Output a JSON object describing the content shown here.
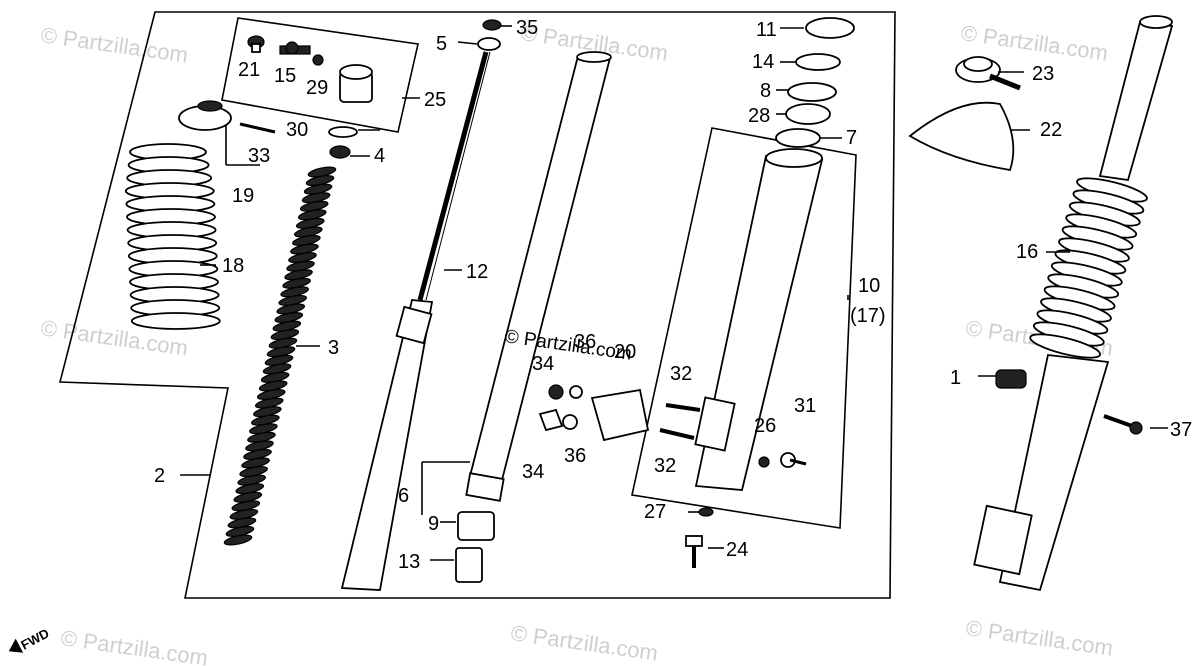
{
  "watermark": "© Partzilla.com",
  "center_watermark": "© Partzilla.com",
  "fwd_label": "FWD",
  "labels": {
    "p1": "1",
    "p2": "2",
    "p3": "3",
    "p4": "4",
    "p5": "5",
    "p6": "6",
    "p7": "7",
    "p8": "8",
    "p9": "9",
    "p10": "10",
    "p17": "(17)",
    "p11": "11",
    "p12": "12",
    "p13": "13",
    "p14": "14",
    "p15": "15",
    "p16": "16",
    "p18": "18",
    "p19": "19",
    "p20": "20",
    "p21": "21",
    "p22": "22",
    "p23": "23",
    "p24": "24",
    "p25": "25",
    "p26": "26",
    "p27": "27",
    "p28": "28",
    "p29": "29",
    "p30": "30",
    "p31": "31",
    "p32a": "32",
    "p32b": "32",
    "p33": "33",
    "p34a": "34",
    "p34b": "34",
    "p35": "35",
    "p36a": "36",
    "p36b": "36",
    "p37": "37"
  }
}
